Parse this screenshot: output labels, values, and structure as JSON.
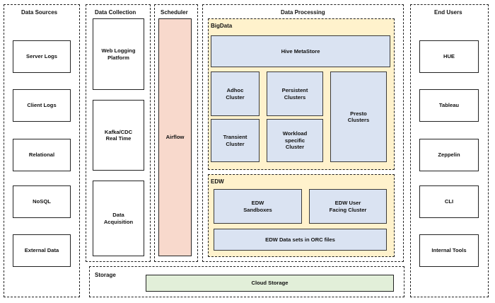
{
  "sections": {
    "data_sources": {
      "title": "Data Sources",
      "items": [
        "Server Logs",
        "Client Logs",
        "Relational",
        "NoSQL",
        "External Data"
      ]
    },
    "data_collection": {
      "title": "Data Collection",
      "items": [
        "Web Logging\nPlatform",
        "Kafka/CDC\nReal Time",
        "Data\nAcquisition"
      ]
    },
    "scheduler": {
      "title": "Scheduler",
      "item": "Airflow"
    },
    "data_processing": {
      "title": "Data Processing",
      "bigdata": {
        "title": "BigData",
        "hive": "Hive MetaStore",
        "adhoc": "Adhoc\nCluster",
        "persistent": "Persistent\nClusters",
        "presto": "Presto\nClusters",
        "transient": "Transient\nCluster",
        "workload": "Workload\nspecific\nCluster"
      },
      "edw": {
        "title": "EDW",
        "sandboxes": "EDW\nSandboxes",
        "user_facing": "EDW User\nFacing Cluster",
        "orc": "EDW Data sets in ORC files"
      }
    },
    "end_users": {
      "title": "End Users",
      "items": [
        "HUE",
        "Tableau",
        "Zeppelin",
        "CLI",
        "Internal Tools"
      ]
    },
    "storage": {
      "title": "Storage",
      "item": "Cloud Storage"
    }
  },
  "colors": {
    "compute_box": "#dae3f2",
    "group_box": "#fff2cc",
    "scheduler_box": "#f8d9cc",
    "storage_box": "#e2efd9"
  }
}
